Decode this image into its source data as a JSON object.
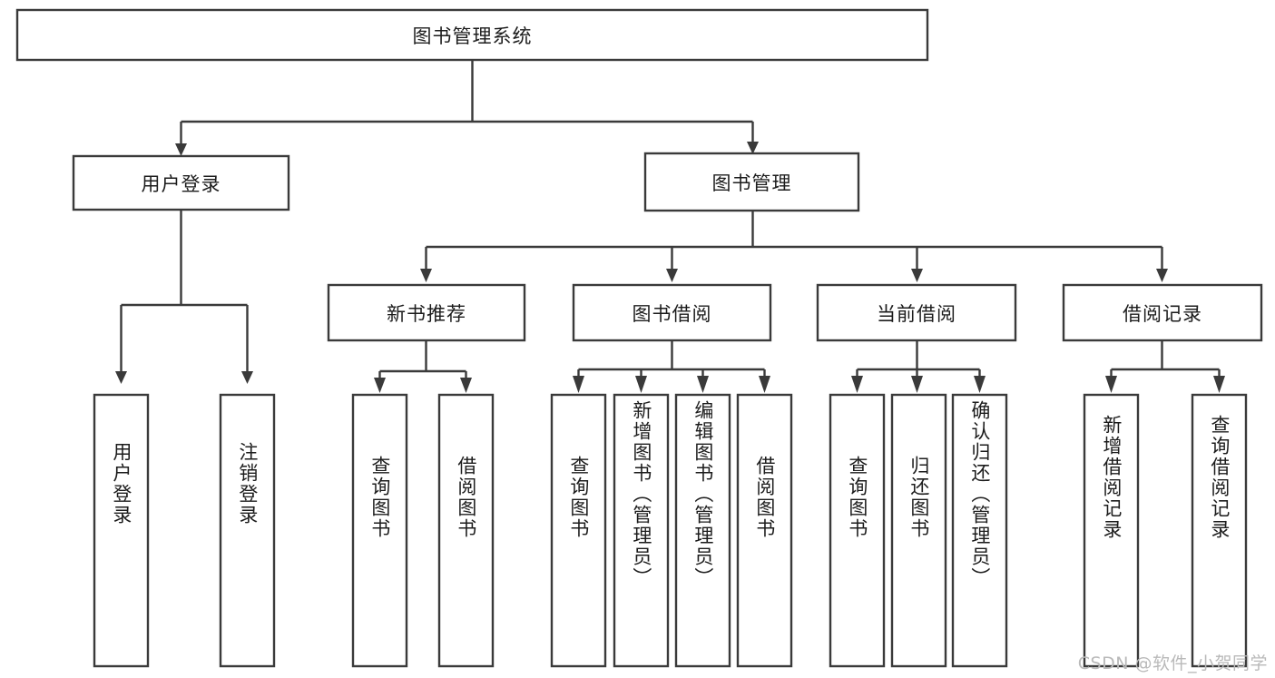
{
  "diagram": {
    "type": "tree-hierarchy-chart",
    "title": "图书管理系统",
    "colors": {
      "box_fill": "#ffffff",
      "box_stroke": "#3a3a3a",
      "text": "#1c1c1c",
      "background": "#ffffff",
      "watermark": "#b9b9b9"
    },
    "root": {
      "label": "图书管理系统",
      "orientation": "horizontal"
    },
    "level2": [
      {
        "label": "用户登录",
        "orientation": "horizontal"
      },
      {
        "label": "图书管理",
        "orientation": "horizontal"
      }
    ],
    "level3": [
      {
        "label": "新书推荐",
        "orientation": "horizontal"
      },
      {
        "label": "图书借阅",
        "orientation": "horizontal"
      },
      {
        "label": "当前借阅",
        "orientation": "horizontal"
      },
      {
        "label": "借阅记录",
        "orientation": "horizontal"
      }
    ],
    "leaves": {
      "user_login": [
        {
          "label": "用户登录",
          "orientation": "vertical"
        },
        {
          "label": "注销登录",
          "orientation": "vertical"
        }
      ],
      "new_book_recommend": [
        {
          "label": "查询图书",
          "orientation": "vertical"
        },
        {
          "label": "借阅图书",
          "orientation": "vertical"
        }
      ],
      "book_borrow": [
        {
          "label": "查询图书",
          "orientation": "vertical"
        },
        {
          "label": "新增图书（管理员）",
          "orientation": "vertical"
        },
        {
          "label": "编辑图书（管理员）",
          "orientation": "vertical"
        },
        {
          "label": "借阅图书",
          "orientation": "vertical"
        }
      ],
      "current_borrow": [
        {
          "label": "查询图书",
          "orientation": "vertical"
        },
        {
          "label": "归还图书",
          "orientation": "vertical"
        },
        {
          "label": "确认归还（管理员）",
          "orientation": "vertical"
        }
      ],
      "borrow_record": [
        {
          "label": "新增借阅记录",
          "orientation": "vertical"
        },
        {
          "label": "查询借阅记录",
          "orientation": "vertical"
        }
      ]
    }
  },
  "watermark": {
    "text": "CSDN @软件_小贺同学"
  }
}
